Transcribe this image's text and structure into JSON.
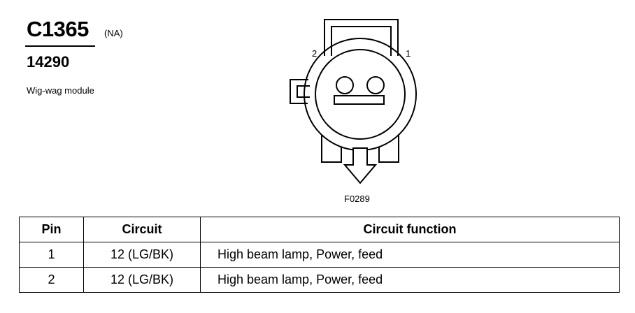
{
  "header": {
    "connector_code": "C1365",
    "variant": "(NA)",
    "part_number": "14290",
    "description": "Wig-wag module"
  },
  "diagram": {
    "pin_labels": [
      "1",
      "2"
    ],
    "figure_ref": "F0289"
  },
  "table": {
    "headers": [
      "Pin",
      "Circuit",
      "Circuit function"
    ],
    "rows": [
      {
        "pin": "1",
        "circuit": "12 (LG/BK)",
        "function": "High beam lamp, Power, feed"
      },
      {
        "pin": "2",
        "circuit": "12 (LG/BK)",
        "function": "High beam lamp, Power, feed"
      }
    ]
  }
}
